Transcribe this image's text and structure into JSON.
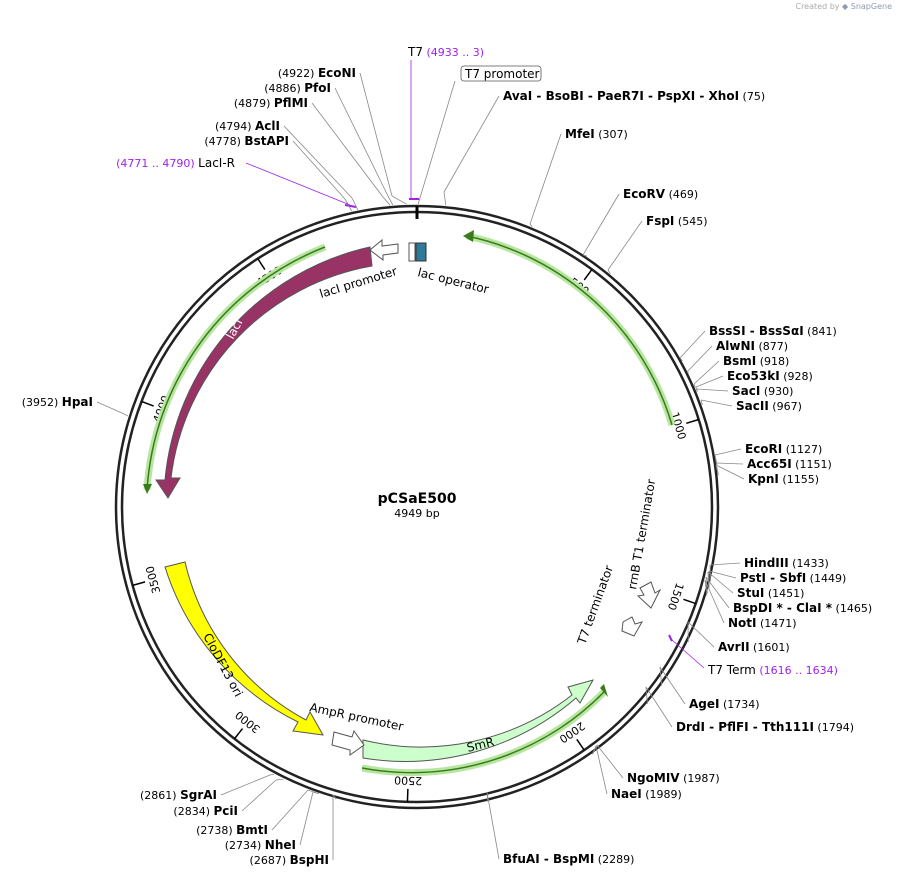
{
  "credit": {
    "prefix": "Created by",
    "brand": "SnapGene"
  },
  "plasmid": {
    "name": "pCSaE500",
    "size_label": "4949 bp"
  },
  "ticks": [
    {
      "label": "500",
      "bp": 500
    },
    {
      "label": "1000",
      "bp": 1000
    },
    {
      "label": "1500",
      "bp": 1500
    },
    {
      "label": "2000",
      "bp": 2000
    },
    {
      "label": "2500",
      "bp": 2500
    },
    {
      "label": "3000",
      "bp": 3000
    },
    {
      "label": "3500",
      "bp": 3500
    },
    {
      "label": "4000",
      "bp": 4000
    },
    {
      "label": "4500",
      "bp": 4500
    }
  ],
  "features": [
    {
      "name": "lacI",
      "start": 4700,
      "end": 3920,
      "strand": "-",
      "color": "#993366"
    },
    {
      "name": "CloDF13 ori",
      "start": 3420,
      "end": 2980,
      "strand": "-",
      "color": "#ffff00"
    },
    {
      "name": "SmR",
      "start": 2780,
      "end": 2170,
      "strand": "-",
      "color": "#ccffcc"
    },
    {
      "name": "AmpR promoter",
      "start": 2880,
      "end": 2810,
      "strand": "-",
      "color": "#ffffff"
    },
    {
      "name": "lacI promoter",
      "start": 4790,
      "end": 4720,
      "strand": "-",
      "color": "#ffffff"
    },
    {
      "name": "lac operator",
      "start": 4905,
      "end": 4929,
      "strand": "+",
      "color": "#336699"
    },
    {
      "name": "rrnB T1 terminator",
      "start": 1790,
      "end": 1700,
      "strand": "-",
      "color": "#ffffff"
    },
    {
      "name": "T7 terminator",
      "start": 1845,
      "end": 1800,
      "strand": "-",
      "color": "#ffffff"
    }
  ],
  "primers": [
    {
      "name": "T7",
      "range": "(4933 .. 3)"
    },
    {
      "name": "LacI-R",
      "range": "(4771 .. 4790)"
    },
    {
      "name": "T7 Term",
      "range": "(1616 .. 1634)"
    }
  ],
  "sites_right": [
    {
      "name": "T7 promoter",
      "pos": "",
      "boxed": true
    },
    {
      "name": "AvaI  - BsoBI  - PaeR7I  - PspXI  - XhoI",
      "pos": "(75)"
    },
    {
      "name": "MfeI",
      "pos": "(307)"
    },
    {
      "name": "EcoRV",
      "pos": "(469)"
    },
    {
      "name": "FspI",
      "pos": "(545)"
    },
    {
      "name": "BssSI  - BssSαI",
      "pos": "(841)"
    },
    {
      "name": "AlwNI",
      "pos": "(877)"
    },
    {
      "name": "BsmI",
      "pos": "(918)"
    },
    {
      "name": "Eco53kI",
      "pos": "(928)"
    },
    {
      "name": "SacI",
      "pos": "(930)"
    },
    {
      "name": "SacII",
      "pos": "(967)"
    },
    {
      "name": "EcoRI",
      "pos": "(1127)"
    },
    {
      "name": "Acc65I",
      "pos": "(1151)"
    },
    {
      "name": "KpnI",
      "pos": "(1155)"
    },
    {
      "name": "HindIII",
      "pos": "(1433)"
    },
    {
      "name": "PstI  - SbfI",
      "pos": "(1449)"
    },
    {
      "name": "StuI",
      "pos": "(1451)"
    },
    {
      "name": "BspDI *  - ClaI *",
      "pos": "(1465)"
    },
    {
      "name": "NotI",
      "pos": "(1471)"
    },
    {
      "name": "AvrII",
      "pos": "(1601)"
    },
    {
      "name": "AgeI",
      "pos": "(1734)"
    },
    {
      "name": "DrdI  - PflFI  - Tth111I",
      "pos": "(1794)"
    },
    {
      "name": "NgoMIV",
      "pos": "(1987)"
    },
    {
      "name": "NaeI",
      "pos": "(1989)"
    },
    {
      "name": "BfuAI  - BspMI",
      "pos": "(2289)"
    }
  ],
  "sites_left": [
    {
      "name": "EcoNI",
      "pos": "(4922)"
    },
    {
      "name": "PfoI",
      "pos": "(4886)"
    },
    {
      "name": "PflMI",
      "pos": "(4879)"
    },
    {
      "name": "AclI",
      "pos": "(4794)"
    },
    {
      "name": "BstAPI",
      "pos": "(4778)"
    },
    {
      "name": "HpaI",
      "pos": "(3952)"
    },
    {
      "name": "SgrAI",
      "pos": "(2861)"
    },
    {
      "name": "PciI",
      "pos": "(2834)"
    },
    {
      "name": "BmtI",
      "pos": "(2738)"
    },
    {
      "name": "NheI",
      "pos": "(2734)"
    },
    {
      "name": "BspHI",
      "pos": "(2687)"
    }
  ]
}
